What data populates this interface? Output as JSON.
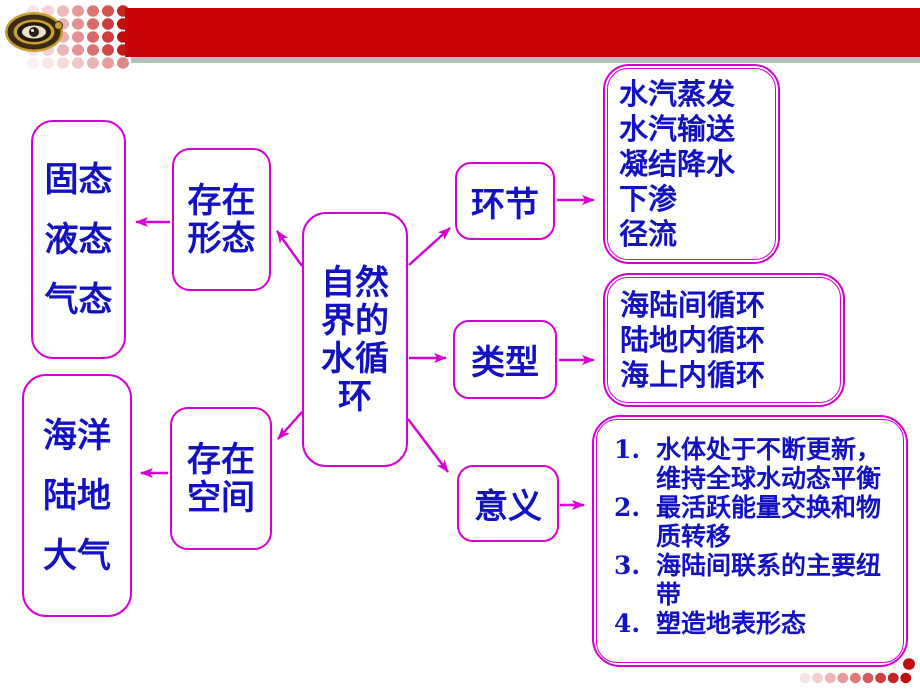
{
  "colors": {
    "accent_magenta": "#d400d4",
    "text_blue": "#1212c2",
    "header_red": "#c90407",
    "shadow_gray": "#bdbdbd",
    "dot_red": "#c00d0d"
  },
  "header": {
    "logo": "publisher-badge-logo"
  },
  "diagram": {
    "center": {
      "label": "自然界的水循环",
      "lines": [
        "自然",
        "界的",
        "水循",
        "环"
      ]
    },
    "forms_label": {
      "lines": [
        "存在",
        "形态"
      ]
    },
    "forms_list": {
      "lines": [
        "固态",
        "液态",
        "气态"
      ]
    },
    "space_label": {
      "lines": [
        "存在",
        "空间"
      ]
    },
    "space_list": {
      "lines": [
        "海洋",
        "陆地",
        "大气"
      ]
    },
    "links_label": "环节",
    "links_list": {
      "lines": [
        "水汽蒸发",
        "水汽输送",
        "凝结降水",
        "下渗",
        "径流"
      ]
    },
    "types_label": "类型",
    "types_list": {
      "lines": [
        "海陆间循环",
        "陆地内循环",
        "海上内循环"
      ]
    },
    "significance_label": "意义",
    "significance_list": {
      "items": [
        {
          "num": "1.",
          "text": "水体处于不断更新，维持全球水动态平衡"
        },
        {
          "num": "2.",
          "text": "最活跃能量交换和物质转移"
        },
        {
          "num": "3.",
          "text": "海陆间联系的主要纽带"
        },
        {
          "num": "4.",
          "text": "塑造地表形态"
        }
      ]
    }
  }
}
